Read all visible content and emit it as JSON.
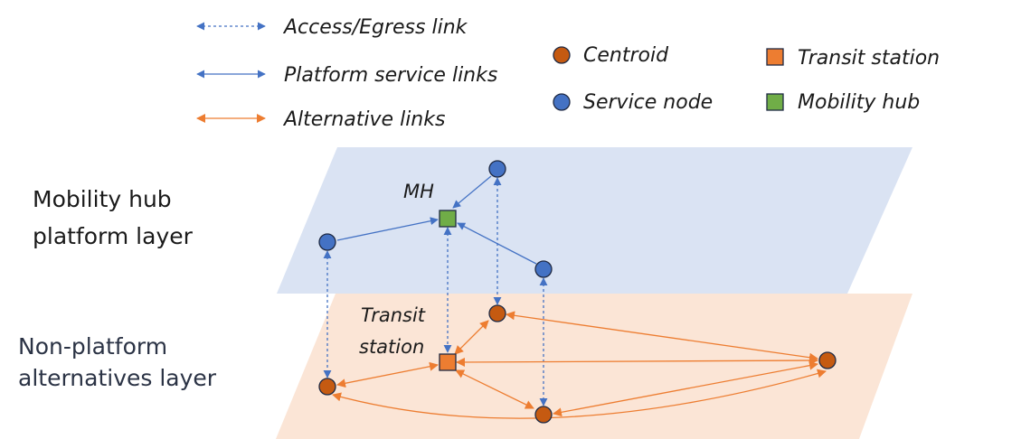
{
  "legend": {
    "access_egress_link": "Access/Egress link",
    "platform_service_links": "Platform service links",
    "alternative_links": "Alternative links",
    "centroid": "Centroid",
    "service_node": "Service node",
    "transit_station": "Transit station",
    "mobility_hub": "Mobility hub"
  },
  "layers": {
    "platform": {
      "line1": "Mobility hub",
      "line2": "platform layer"
    },
    "non_platform": {
      "line1": "Non-platform",
      "line2": "alternatives layer"
    }
  },
  "labels": {
    "mh": "MH",
    "transit_line1": "Transit",
    "transit_line2": "station"
  },
  "colors": {
    "platform_layer_fill": "#dae3f3",
    "alternatives_layer_fill": "#fbe5d6",
    "blue_link": "#4472c4",
    "orange_link": "#ed7d31",
    "centroid": "#c55a11",
    "service_node": "#4472c4",
    "transit_station": "#ed7d31",
    "mobility_hub": "#70ad47",
    "node_stroke": "#1f2a44"
  }
}
